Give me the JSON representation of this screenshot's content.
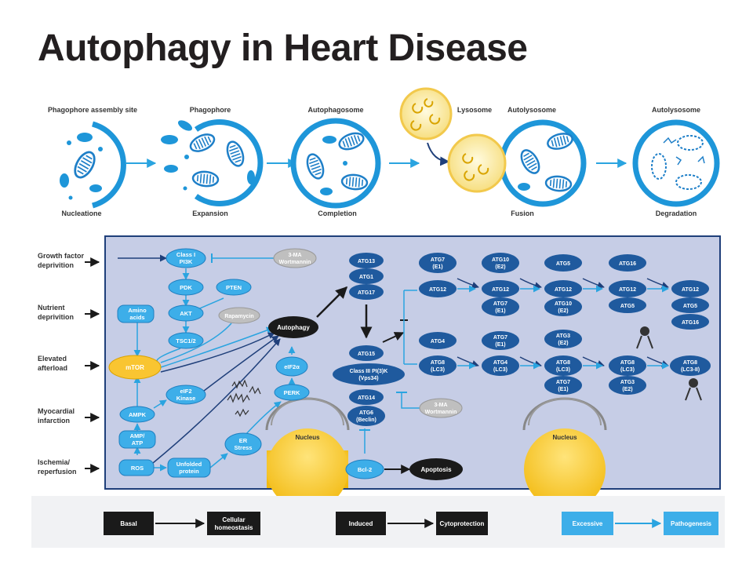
{
  "title": "Autophagy in Heart Disease",
  "stages": {
    "top": [
      "Phagophore assembly site",
      "Phagophore",
      "Autophagosome",
      "Lysosome",
      "Autolysosome",
      "Autolysosome"
    ],
    "bottom": [
      "Nucleatione",
      "Expansion",
      "Completion",
      "Fusion",
      "Degradation"
    ]
  },
  "stimuli": [
    [
      "Growth factor",
      "deprivition"
    ],
    [
      "Nutrient",
      "deprivition"
    ],
    [
      "Elevated",
      "afterload"
    ],
    [
      "Myocardial",
      "infarction"
    ],
    [
      "Ischemia/",
      "reperfusion"
    ]
  ],
  "nodes": {
    "class1_pi3k": [
      "Class I",
      "PI3K"
    ],
    "ma3": [
      "3-MA",
      "Wortmannin"
    ],
    "pdk": "PDK",
    "pten": "PTEN",
    "aminoacids": [
      "Amino",
      "acids"
    ],
    "akt": "AKT",
    "rapamycin": "Rapamycin",
    "tsc12": "TSC1/2",
    "mtor": "mTOR",
    "autophagy": "Autophagy",
    "elf2": [
      "eIF2",
      "Kinase"
    ],
    "eif2a": "eIF2α",
    "perk": "PERK",
    "ampk": "AMPK",
    "amp_atp": [
      "AMP/",
      "ATP"
    ],
    "ros": "ROS",
    "unfolded": [
      "Unfolded",
      "protein"
    ],
    "er_stress": [
      "ER",
      "Stress"
    ],
    "nucleus": "Nucleus",
    "atg13": "ATG13",
    "atg1": "ATG1",
    "atg17": "ATG17",
    "atg15": "ATG15",
    "class3": [
      "Class III PI(3)K",
      "(Vps34)"
    ],
    "atg14": "ATG14",
    "atg6": [
      "ATG6",
      "(Beclin)"
    ],
    "ma3b": [
      "3-MA",
      "Wortmannin"
    ],
    "bcl2": "Bcl-2",
    "apoptosis": "Apoptosis",
    "atg7_e1": [
      "ATG7",
      "(E1)"
    ],
    "atg12_a": "ATG12",
    "atg10_e2": [
      "ATG10",
      "(E2)"
    ],
    "atg12_b": "ATG12",
    "atg7_e1_b": [
      "ATG7",
      "(E1)"
    ],
    "atg5_a": "ATG5",
    "atg12_c": "ATG12",
    "atg10_e2_b": [
      "ATG10",
      "(E2)"
    ],
    "atg16_a": "ATG16",
    "atg12_d": "ATG12",
    "atg5_b": "ATG5",
    "atg12_e": "ATG12",
    "atg5_c": "ATG5",
    "atg16_b": "ATG16",
    "atg4_a": "ATG4",
    "atg8_lc3": [
      "ATG8",
      "(LC3)"
    ],
    "atg7_e1_c": [
      "ATG7",
      "(E1)"
    ],
    "atg4_b": [
      "ATG4",
      "(LC3)"
    ],
    "atg3_e2": [
      "ATG3",
      "(E2)"
    ],
    "atg8_lc3_b": [
      "ATG8",
      "(LC3)"
    ],
    "atg7_e1_d": [
      "ATG7",
      "(E1)"
    ],
    "atg8_lc3_c": [
      "ATG8",
      "(LC3)"
    ],
    "atg3_e2_b": [
      "ATG3",
      "(E2)"
    ],
    "atg8_lc3_ii": [
      "ATG8",
      "(LC3-II)"
    ]
  },
  "legend": [
    {
      "from": "Basal",
      "to": [
        "Cellular",
        "homeostasis"
      ]
    },
    {
      "from": "Induced",
      "to": "Cytoprotection"
    },
    {
      "from": "Excessive",
      "to": "Pathogenesis"
    }
  ],
  "colors": {
    "dark_blue": "#1f5a9e",
    "light_blue": "#3daee9",
    "panel_bg": "#c6cde6",
    "yellow": "#f9c531",
    "gray": "#bfbfbf",
    "black": "#1a1a1a"
  }
}
